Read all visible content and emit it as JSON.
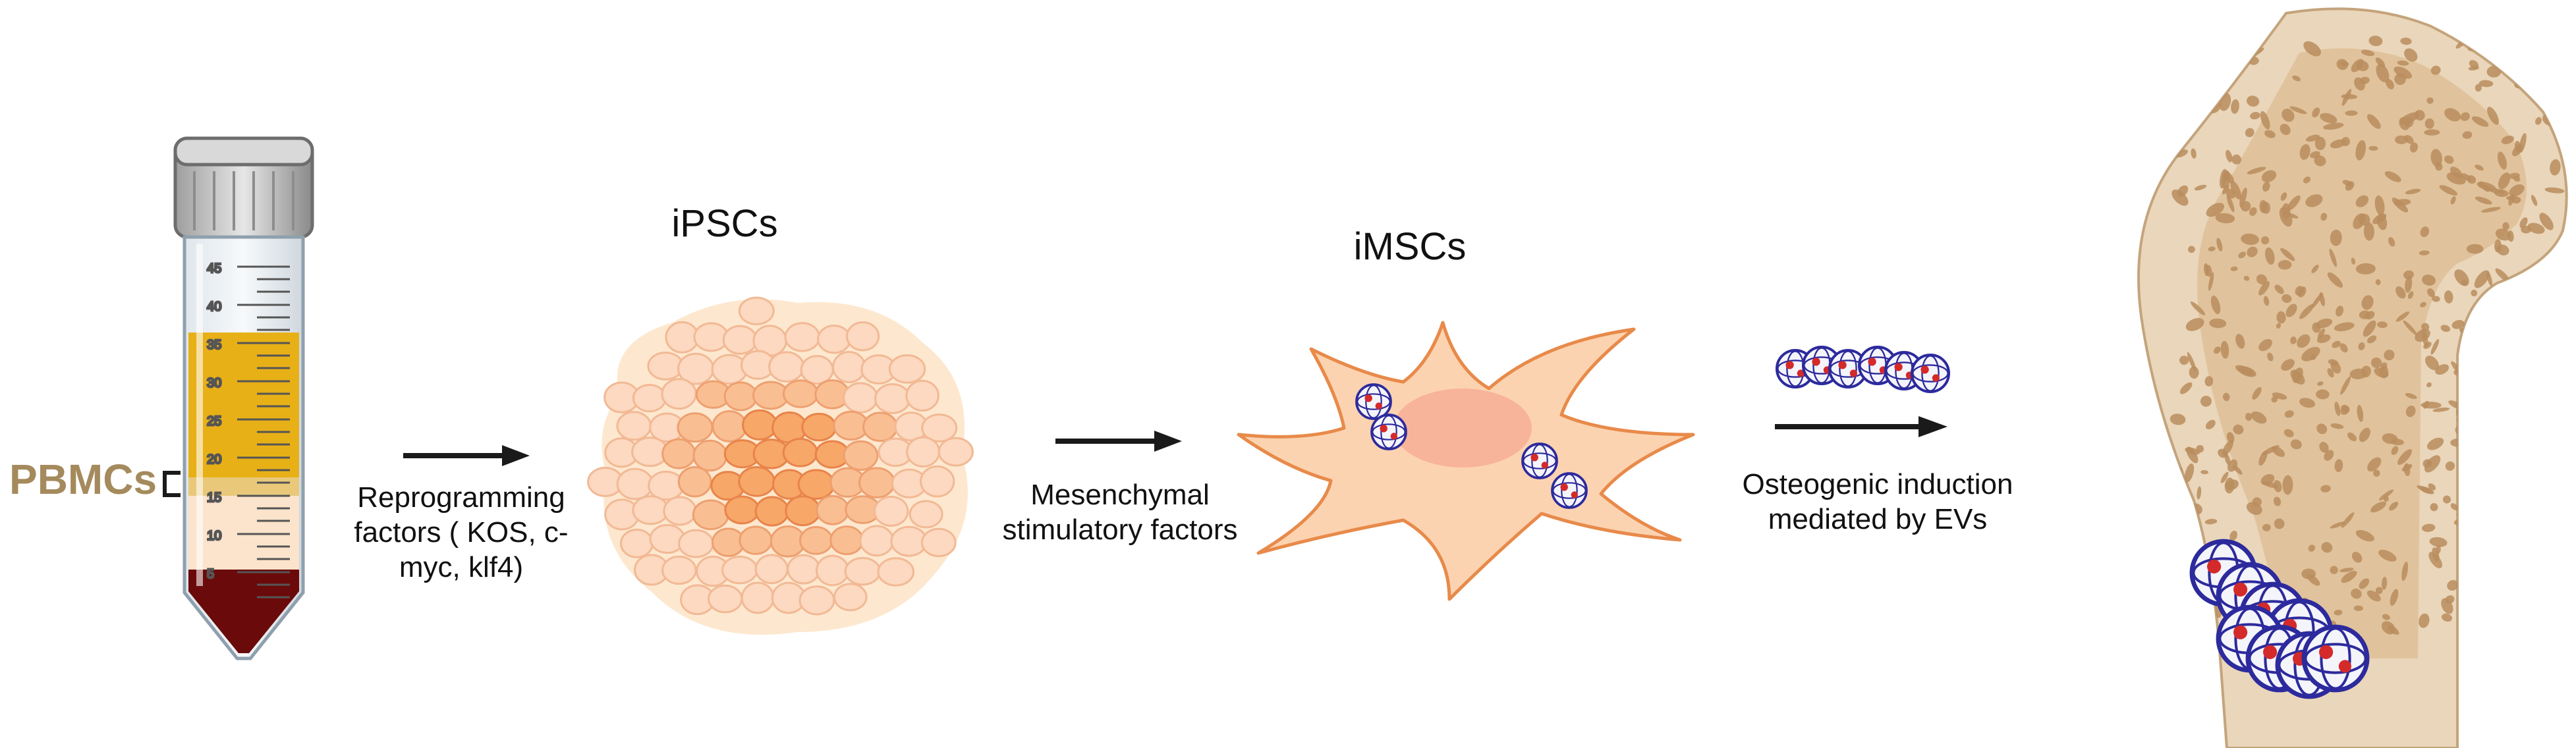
{
  "labels": {
    "pbmcs": "PBMCs",
    "ipscs": "iPSCs",
    "imscs": "iMSCs",
    "step1": "Reprogramming\nfactors ( KOS, c-\nmyc, klf4)",
    "step2": "Mesenchymal\nstimulatory factors",
    "step3": "Osteogenic induction\nmediated by EVs"
  },
  "tube": {
    "graduations": [
      "45",
      "40",
      "35",
      "30",
      "25",
      "20",
      "15",
      "10",
      "5"
    ],
    "layers": [
      "plasma",
      "pbmc-buffy-coat",
      "ficoll",
      "red-blood-cells"
    ]
  },
  "colors": {
    "pbmc_label": "#a48a5c",
    "plasma": "#e8b017",
    "buffy": "#f5d9bf",
    "rbc": "#6b0a0a",
    "cell_body": "#fcd3b0",
    "ev_blue": "#2c2a9c",
    "ev_red": "#d42a2a",
    "bone": "#e6cfb0",
    "trabecular": "#b98d5e",
    "arrow": "#1a1a1a"
  }
}
